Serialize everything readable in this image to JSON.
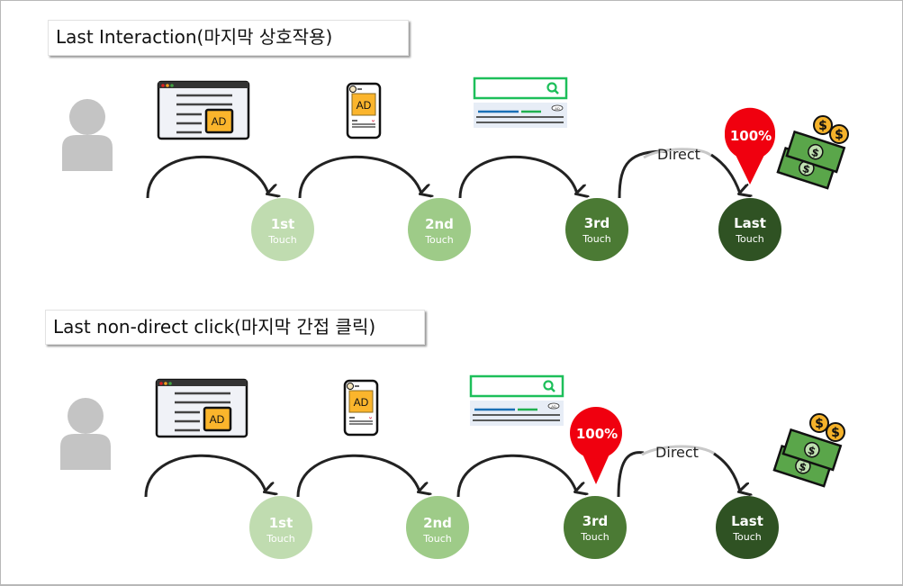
{
  "sections": [
    {
      "title": "Last Interaction(마지막 상호작용)",
      "credit_target": "last",
      "pin_label": "100%",
      "direct_label": "Direct",
      "channels": [
        "display-banner-ad",
        "mobile-social-ad",
        "search-ad"
      ],
      "nodes": [
        {
          "main": "1st",
          "sub": "Touch",
          "color": "#c0dcb0"
        },
        {
          "main": "2nd",
          "sub": "Touch",
          "color": "#9ecb88"
        },
        {
          "main": "3rd",
          "sub": "Touch",
          "color": "#4b7a34"
        },
        {
          "main": "Last",
          "sub": "Touch",
          "color": "#2f5223"
        }
      ]
    },
    {
      "title": "Last non-direct click(마지막 간접 클릭)",
      "credit_target": "3rd",
      "pin_label": "100%",
      "direct_label": "Direct",
      "channels": [
        "display-banner-ad",
        "mobile-social-ad",
        "search-ad"
      ],
      "nodes": [
        {
          "main": "1st",
          "sub": "Touch",
          "color": "#c0dcb0"
        },
        {
          "main": "2nd",
          "sub": "Touch",
          "color": "#9ecb88"
        },
        {
          "main": "3rd",
          "sub": "Touch",
          "color": "#4b7a34"
        },
        {
          "main": "Last",
          "sub": "Touch",
          "color": "#2f5223"
        }
      ]
    }
  ],
  "icons": {
    "ad_label": "AD",
    "user_color": "#c4c4c4",
    "pin_color": "#f0000f",
    "search_border_color": "#1dbf5a",
    "money_green": "#5aa64a",
    "coin_color": "#f5b22a",
    "ad_yellow": "#fbb52c"
  }
}
